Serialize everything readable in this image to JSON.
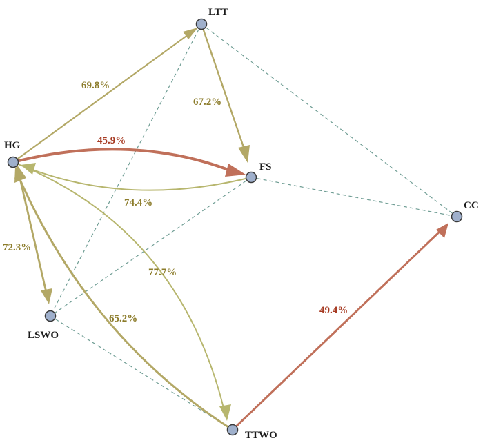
{
  "colors": {
    "olive": "#b3a866",
    "olive_text": "#8c7c2b",
    "red": "#c0705a",
    "red_text": "#a63a22",
    "light_olive": "#b7b66e",
    "dashed": "#6f9d94",
    "node_fill": "#9fb0cc",
    "node_stroke": "#3a3a3a"
  },
  "nodes": [
    {
      "id": "LTT",
      "label": "LTT"
    },
    {
      "id": "HG",
      "label": "HG"
    },
    {
      "id": "FS",
      "label": "FS"
    },
    {
      "id": "CC",
      "label": "CC"
    },
    {
      "id": "LSWO",
      "label": "LSWO"
    },
    {
      "id": "TTWO",
      "label": "TTWO"
    }
  ],
  "edges": [
    {
      "id": "hg-ltt",
      "from": "HG",
      "to": "LTT",
      "label": "69.8%",
      "color": "olive",
      "style": "solid"
    },
    {
      "id": "ltt-fs",
      "from": "LTT",
      "to": "FS",
      "label": "67.2%",
      "color": "olive",
      "style": "solid"
    },
    {
      "id": "hg-fs",
      "from": "HG",
      "to": "FS",
      "label": "45.9%",
      "color": "red",
      "style": "solid"
    },
    {
      "id": "fs-hg",
      "from": "FS",
      "to": "HG",
      "label": "74.4%",
      "color": "light_olive",
      "style": "solid"
    },
    {
      "id": "hg-lswo",
      "from": "HG",
      "to": "LSWO",
      "label": "72.3%",
      "color": "olive",
      "style": "solid"
    },
    {
      "id": "hg-ttwo",
      "from": "HG",
      "to": "TTWO",
      "label": "77.7%",
      "color": "light_olive",
      "style": "solid"
    },
    {
      "id": "ttwo-hg",
      "from": "TTWO",
      "to": "HG",
      "label": "65.2%",
      "color": "olive",
      "style": "solid"
    },
    {
      "id": "ttwo-cc",
      "from": "TTWO",
      "to": "CC",
      "label": "49.4%",
      "color": "red",
      "style": "solid"
    },
    {
      "id": "ltt-lswo",
      "from": "LTT",
      "to": "LSWO",
      "label": "",
      "color": "dashed",
      "style": "dashed"
    },
    {
      "id": "ltt-cc",
      "from": "LTT",
      "to": "CC",
      "label": "",
      "color": "dashed",
      "style": "dashed"
    },
    {
      "id": "fs-lswo",
      "from": "FS",
      "to": "LSWO",
      "label": "",
      "color": "dashed",
      "style": "dashed"
    },
    {
      "id": "fs-cc",
      "from": "FS",
      "to": "CC",
      "label": "",
      "color": "dashed",
      "style": "dashed"
    },
    {
      "id": "lswo-ttwo",
      "from": "LSWO",
      "to": "TTWO",
      "label": "",
      "color": "dashed",
      "style": "dashed"
    }
  ]
}
